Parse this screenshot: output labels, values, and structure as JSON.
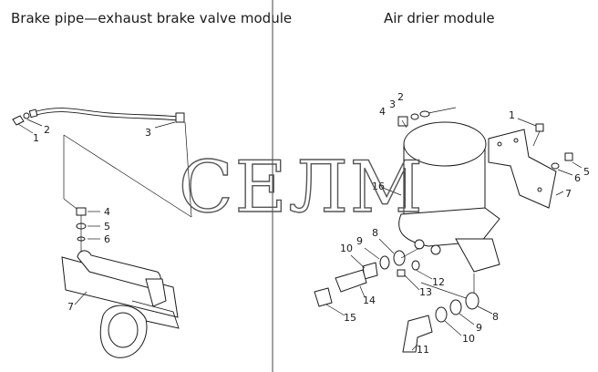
{
  "titles": {
    "left": "Brake pipe—exhaust brake valve module",
    "right": "Air drier module"
  },
  "watermark": "СЕЛМ",
  "callouts_left": [
    "1",
    "2",
    "3",
    "4",
    "5",
    "6",
    "7"
  ],
  "callouts_right": [
    "1",
    "2",
    "3",
    "4",
    "5",
    "6",
    "7",
    "8",
    "9",
    "10",
    "11",
    "12",
    "13",
    "14",
    "15",
    "16",
    "8",
    "9",
    "10"
  ]
}
